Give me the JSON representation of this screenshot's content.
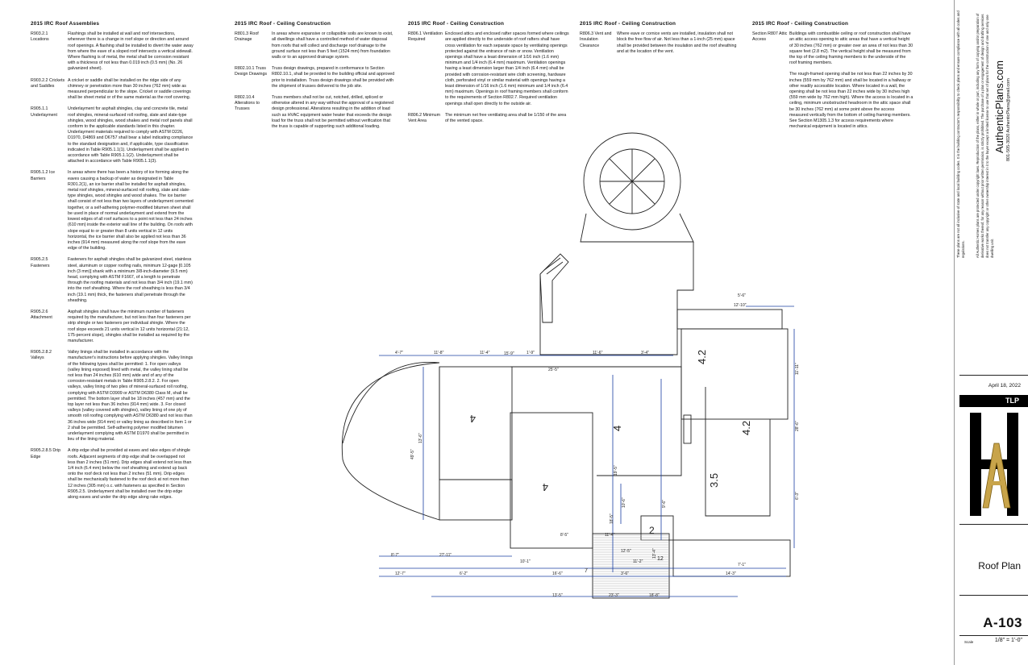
{
  "column1": {
    "heading": "2015 IRC Roof Assemblies",
    "sections": [
      {
        "code": "R903.2.1 Locations",
        "text": "Flashings shall be installed at wall and roof intersections, wherever there is a change in roof slope or direction and around roof openings. A flashing shall be installed to divert the water away from where the eave of a sloped roof intersects a vertical sidewall. Where flashing is of metal, the metal shall be corrosion resistant with a thickness of not less than 0.019 inch (0.5 mm) (No. 26 galvanized sheet)."
      },
      {
        "code": "R903.2.2 Crickets and Saddles",
        "text": "A cricket or saddle shall be installed on the ridge side of any chimney or penetration more than 30 inches (762 mm) wide as measured perpendicular to the slope. Cricket or saddle coverings shall be sheet metal or of the same material as the roof covering."
      },
      {
        "code": "R905.1.1 Underlayment",
        "text": "Underlayment for asphalt shingles, clay and concrete tile, metal roof shingles, mineral-surfaced roll roofing, slate and slate-type shingles, wood shingles, wood shakes and metal roof panels shall conform to the applicable standards listed in this chapter. Underlayment materials required to comply with ASTM D226, D1970, D4869 and D6757 shall bear a label indicating compliance to the standard designation and, if applicable, type classification indicated in Table R905.1.1(1). Underlayment shall be applied in accordance with Table R905.1.1(2). Underlayment shall be attached in accordance with Table R905.1.1(3)."
      },
      {
        "code": "R905.1.2 Ice Barriers",
        "text": "In areas where there has been a history of ice forming along the eaves causing a backup of water as designated in Table R301.2(1), an ice barrier shall be installed for asphalt shingles, metal roof shingles, mineral-surfaced roll roofing, slate and slate-type shingles, wood shingles and wood shakes. The ice barrier shall consist of not less than two layers of underlayment cemented together, or a self-adhering polymer-modified bitumen sheet shall be used in place of normal underlayment and extend from the lowest edges of all roof surfaces to a point not less than 24 inches (610 mm) inside the exterior wall line of the building. On roofs with slope equal to or greater than 8 units vertical in 12 units horizontal, the ice barrier shall also be applied not less than 36 inches (914 mm) measured along the roof slope from the eave edge of the building."
      },
      {
        "code": "R905.2.5 Fasteners",
        "text": "Fasteners for asphalt shingles shall be galvanized steel, stainless steel, aluminum or copper roofing nails, minimum 12-gage [0.105 inch (3 mm)] shank with a minimum 3/8-inch-diameter (9.5 mm) head, complying with ASTM F1667, of a length to penetrate through the roofing materials and not less than 3/4 inch (19.1 mm) into the roof sheathing. Where the roof sheathing is less than 3/4 inch (19.1 mm) thick, the fasteners shall penetrate through the sheathing."
      },
      {
        "code": "R905.2.6 Attachment",
        "text": "Asphalt shingles shall have the minimum number of fasteners required by the manufacturer, but not less than four fasteners per strip shingle or two fasteners per individual shingle. Where the roof slope exceeds 21 units vertical in 12 units horizontal (21:12, 175-percent slope), shingles shall be installed as required by the manufacturer."
      },
      {
        "code": "R905.2.8.2 Valleys",
        "text": "Valley linings shall be installed in accordance with the manufacturer's instructions before applying shingles. Valley linings of the following types shall be permitted: 1. For open valleys (valley lining exposed) lined with metal, the valley lining shall be not less than 24 inches (610 mm) wide and of any of the corrosion-resistant metals in Table R905.2.8.2. 2. For open valleys, valley lining of two plies of mineral-surfaced roll roofing, complying with ASTM D3909 or ASTM D6380 Class M, shall be permitted. The bottom layer shall be 18 inches (457 mm) and the top layer not less than 36 inches (914 mm) wide. 3. For closed valleys (valley covered with shingles), valley lining of one ply of smooth roll roofing complying with ASTM D6380 and not less than 36 inches wide (914 mm) or valley lining as described in Item 1 or 2 shall be permitted. Self-adhering polymer modified bitumen underlayment complying with ASTM D1970 shall be permitted in lieu of the lining material."
      },
      {
        "code": "R905.2.8.5 Drip Edge",
        "text": "A drip edge shall be provided at eaves and rake edges of shingle roofs. Adjacent segments of drip edge shall be overlapped not less than 2 inches (51 mm). Drip edges shall extend not less than 1/4 inch (6.4 mm) below the roof sheathing and extend up back onto the roof deck not less than 2 inches (51 mm). Drip edges shall be mechanically fastened to the roof deck at not more than 12 inches (305 mm) o.c. with fasteners as specified in Section R905.2.5. Underlayment shall be installed over the drip edge along eaves and under the drip edge along rake edges."
      }
    ]
  },
  "column2": {
    "heading": "2015 IRC Roof - Ceiling Construction",
    "sections": [
      {
        "code": "R801.3 Roof Drainage",
        "text": "In areas where expansive or collapsible soils are known to exist, all dwellings shall have a controlled method of water disposal from roofs that will collect and discharge roof drainage to the ground surface not less than 5 feet (1524 mm) from foundation walls or to an approved drainage system."
      },
      {
        "code": "R802.10.1 Truss Design Drawings",
        "text": "Truss design drawings, prepared in conformance to Section R802.10.1, shall be provided to the building official and approved prior to installation. Truss design drawings shall be provided with the shipment of trusses delivered to the job site."
      },
      {
        "code": "R802.10.4 Alterations to Trusses",
        "text": "Truss members shall not be cut, notched, drilled, spliced or otherwise altered in any way without the approval of a registered design professional. Alterations resulting in the addition of load such as HVAC equipment water heater that exceeds the design load for the truss shall not be permitted without verification that the truss is capable of supporting such additional loading."
      }
    ]
  },
  "column3": {
    "heading": "2015 IRC Roof - Ceiling Construction",
    "sections": [
      {
        "code": "R806.1 Ventilation Required",
        "text": "Enclosed attics and enclosed rafter spaces formed where ceilings are applied directly to the underside of roof rafters shall have cross ventilation for each separate space by ventilating openings protected against the entrance of rain or snow. Ventilation openings shall have a least dimension of 1/16 inch (1.6 mm) minimum and 1/4 inch (6.4 mm) maximum. Ventilation openings having a least dimension larger than 1/4 inch (6.4 mm) shall be provided with corrosion-resistant wire cloth screening, hardware cloth, perforated vinyl or similar material with openings having a least dimension of 1/16 inch (1.6 mm) minimum and 1/4 inch (6.4 mm) maximum. Openings in roof framing members shall conform to the requirements of Section R802.7. Required ventilation openings shall open directly to the outside air."
      },
      {
        "code": "R806.2 Minimum Vent Area",
        "text": "The minimum net free ventilating area shall be 1/150 of the area of the vented space."
      }
    ]
  },
  "column4": {
    "heading": "2015 IRC Roof - Ceiling Construction",
    "sections": [
      {
        "code": "R806.3 Vent and Insulation Clearance",
        "text": "Where eave or cornice vents are installed, insulation shall not block the free flow of air. Not less than a 1-inch (25 mm) space shall be provided between the insulation and the roof sheathing and at the location of the vent."
      }
    ]
  },
  "column5": {
    "heading": "2015 IRC Roof - Ceiling Construction",
    "sections": [
      {
        "code": "Section R807 Attic Access",
        "text": "Buildings with combustible ceiling or roof construction shall have an attic access opening to attic areas that have a vertical height of 30 inches (762 mm) or greater over an area of not less than 30 square feet (2.8 m2). The vertical height shall be measured from the top of the ceiling framing members to the underside of the roof framing members."
      },
      {
        "code": "",
        "text": "The rough-framed opening shall be not less than 22 inches by 30 inches (559 mm by 762 mm) and shall be located in a hallway or other readily accessible location. Where located in a wall, the opening shall be not less than 22 inches wide by 30 inches high (559 mm wide by 762 mm high). Where the access is located in a ceiling, minimum unobstructed headroom in the attic space shall be 30 inches (762 mm) at some point above the access measured vertically from the bottom of ceiling framing members. See Section M1305.1.3 for access requirements where mechanical equipment is located in attics."
      }
    ]
  },
  "drawing": {
    "dims": [
      "5'-6\"",
      "4'-7\"",
      "11'-8\"",
      "11'-4\"",
      "1'-9\"",
      "11'-6\"",
      "3'-4\"",
      "12'-10\"",
      "13'-6\"",
      "15'-9\"",
      "25'-5\"",
      "49'-5\"",
      "8'-5\"",
      "11'-4\"",
      "19'-5\"",
      "18'-5\"",
      "11'-11\"",
      "28'-6\"",
      "20'-1\"",
      "6'-3\"",
      "10'-6\"",
      "9'-6\"",
      "7'-1\"",
      "12'-5\"",
      "11'-2\"",
      "13'-4\"",
      "10'-1\"",
      "12'-7\"",
      "6'-2\"",
      "16'-6\"",
      "3'-6\"",
      "14'-3\"",
      "13'-5\"",
      "23'-3\"",
      "18'-8\"",
      "8'-7\"",
      "27'-11\""
    ],
    "slopes": [
      "4",
      "4",
      "4",
      "4.2",
      "4.2",
      "3.5",
      "2",
      "12",
      "7"
    ]
  },
  "titleblock": {
    "website": "AuthenticPlans.com",
    "phone": "801-505-3020 AuthenticPlans@gmail.com",
    "disclaimer1": "These plans are not all inclusive of state and local building codes. It is the building contractor's responsibility to check plans and ensure compliance with all codes and regulations.",
    "disclaimer2": "All Authentic Homes plans are protected under copyright laws. Reproduction of the plans, either in whole or part, including any form of copying and/or preparation of derivative works thereof, for any reason without prior written permission, is strictly prohibited. The purchase of a plan or engagement of design and drafting services does not transfer any copyright or other ownership interest in it to the buyer except a limited license to use that set of plans for the construction of one and only one dwelling unit.",
    "date": "April 18, 2022",
    "initials": "TLP",
    "sheet_title": "Roof Plan",
    "sheet_number": "A-103",
    "scale_label": "Scale",
    "scale": "1/8\" = 1'-0\""
  }
}
